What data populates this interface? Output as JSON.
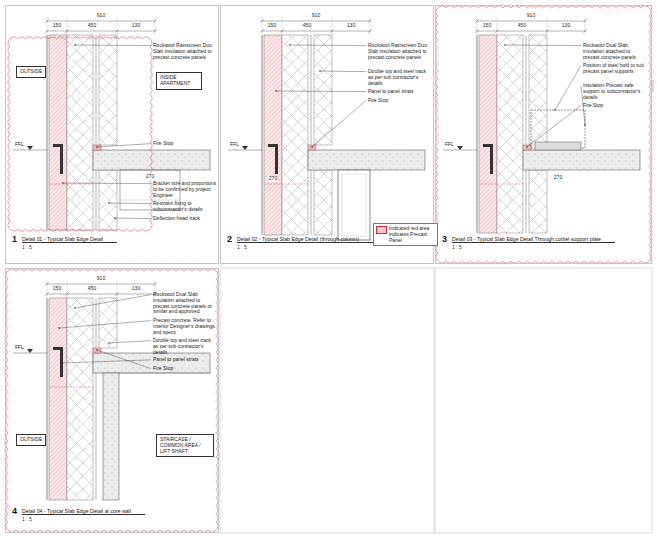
{
  "diagram": {
    "nodes": [
      {
        "text": [
          "1",
          "Detail 01 - Typical Slab Edge Detail",
          "1 : 5"
        ]
      },
      {
        "text": [
          "OUTSIDE"
        ],
        "in": 0
      },
      {
        "text": [
          "INSIDE APARTMENT"
        ],
        "in": 0
      },
      {
        "text": [
          "2",
          "Detail 02 - Typical Slab Edge Detail (through column)",
          "1 : 5"
        ]
      },
      {
        "text": [
          "3",
          "Detail 03 - Typical Slab Edge Detail Through corbel support plate",
          "1 : 5"
        ]
      },
      {
        "text": [
          "4",
          "Detail 04 - Typical Slab Edge Detail at core wall",
          "1 : 5"
        ]
      },
      {
        "text": [
          "OUTSIDE"
        ],
        "in": 5
      },
      {
        "text": [
          "STAIRCASE / COMMON AREA / LIFT SHAFT"
        ],
        "in": 5
      }
    ],
    "labels": [
      "910",
      "150",
      "450",
      "130",
      "Rockwool Rainscreen Duo Slab insulation attached to precast concrete panels",
      "FFL",
      "Fire Stop",
      "270",
      "Bracket size and proportions to be confirmed by project Engineer",
      "Restraint fixing to subcontractor's details",
      "Deflection head track",
      "910",
      "150",
      "450",
      "130",
      "Rockwool Rainscreen Duo Slab insulation attached to precast concrete panels",
      "Double top and steel track as per sub contractor's details",
      "Panel to panel strats",
      "FFL",
      "Fire Stop",
      "270",
      "910",
      "150",
      "450",
      "130",
      "Rockwool Dual Slab insulation attached to precast concrete panels",
      "Position of steel hold to suit precast panel supports",
      "Insulation Precast safe support to subcontractor's details",
      "FFL",
      "Fire Stop",
      "270",
      "910",
      "150",
      "450",
      "130",
      "Rockwool Dual Slab insulation attached to precast concrete panels or similar and approved",
      "Precast concrete. Refer to Interior Designer's drawings and specs",
      "Double top and steel track as per sub contractor's details",
      "Panel to panel strats",
      "FFL",
      "Fire Stop"
    ],
    "legend": [
      {
        "text": "Indicated red area indicates Precast Panel",
        "color": "#f6c9cf"
      }
    ]
  }
}
